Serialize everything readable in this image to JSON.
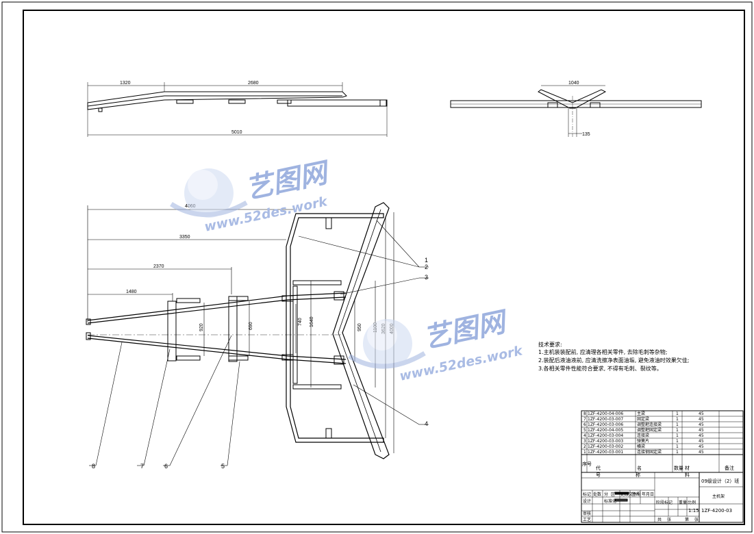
{
  "drawing": {
    "top_view_dims": {
      "d1": "1320",
      "d2": "2680",
      "d3": "5010"
    },
    "side_view_dims": {
      "d1": "1040",
      "d2": "135"
    },
    "plan_dims": {
      "h1": "4060",
      "h2": "3350",
      "h3": "2370",
      "h4": "1480",
      "v1": "920",
      "v2": "690",
      "v3": "740",
      "v4": "1640",
      "v5": "950",
      "v6": "1100",
      "v7": "3620",
      "v8": "4000"
    },
    "callouts": [
      "1",
      "2",
      "3",
      "4",
      "5",
      "6",
      "7",
      "8"
    ]
  },
  "watermark": {
    "cn": "艺图网",
    "en": "www.52des.work"
  },
  "tech_requirements": {
    "title": "技术要求:",
    "items": [
      "1.主机装装配前, 应清理各相关零件, 去除毛刺等杂物;",
      "2.装配后液油液前, 应清洗擦净表面油垢, 避免液油时效果欠佳;",
      "3.各相关零件性能符合要求, 不得有毛刺、裂纹等。"
    ]
  },
  "parts_list": {
    "rows": [
      {
        "no": "8",
        "code": "1ZF-4200-04-006",
        "name": "主梁",
        "qty": "1",
        "mat": "45"
      },
      {
        "no": "7",
        "code": "1ZF-4200-03-007",
        "name": "固定梁",
        "qty": "1",
        "mat": "45"
      },
      {
        "no": "6",
        "code": "1ZF-4200-03-006",
        "name": "调整耙连接梁",
        "qty": "1",
        "mat": "45"
      },
      {
        "no": "5",
        "code": "1ZF-4200-04-005",
        "name": "调整耙固定梁",
        "qty": "1",
        "mat": "45"
      },
      {
        "no": "4",
        "code": "1ZF-4200-03-004",
        "name": "连接梁",
        "qty": "1",
        "mat": "45"
      },
      {
        "no": "3",
        "code": "1ZF-4200-03-003",
        "name": "弹簧片",
        "qty": "1",
        "mat": "45"
      },
      {
        "no": "2",
        "code": "1ZF-4200-03-002",
        "name": "横梁",
        "qty": "1",
        "mat": "45"
      },
      {
        "no": "1",
        "code": "1ZF-4200-03-001",
        "name": "连接钢固定梁",
        "qty": "1",
        "mat": "45"
      }
    ],
    "header": {
      "no": "序号",
      "code": "代",
      "name": "名",
      "qty": "数量",
      "mat": "材",
      "note": "备注"
    },
    "header2": {
      "code": "号",
      "name": "称",
      "mat": "料"
    }
  },
  "title_block": {
    "course": "09级设计（2）班",
    "drawing_name": "主机架",
    "drawing_no": "1ZF-4200-03",
    "scale": "1:15",
    "row_labels": [
      "设计",
      "审核",
      "工艺"
    ],
    "misc": [
      "标记",
      "处数",
      "分",
      "区",
      "更改文件号",
      "签名",
      "年月日"
    ],
    "stage": [
      "阶段标记",
      "重量",
      "比例"
    ],
    "sheets": [
      "共",
      "张",
      "第",
      "张"
    ],
    "standard": "标准化"
  }
}
